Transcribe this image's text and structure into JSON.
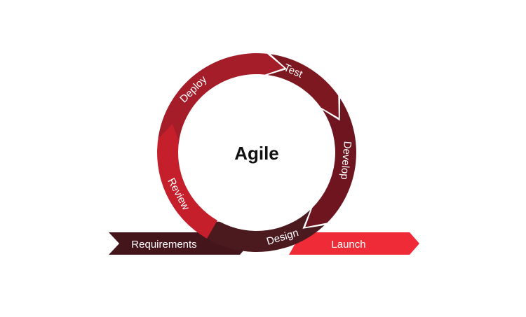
{
  "diagram": {
    "center_label": "Agile",
    "cycle_stages": [
      {
        "label": "Test",
        "color": "#7E1820"
      },
      {
        "label": "Develop",
        "color": "#6E1520"
      },
      {
        "label": "Design",
        "color": "#4A1A1F"
      },
      {
        "label": "Review",
        "color": "#C51F2C"
      },
      {
        "label": "Deploy",
        "color": "#A51D28"
      }
    ],
    "bands": [
      {
        "label": "Requirements",
        "color": "#44161C"
      },
      {
        "label": "Launch",
        "color": "#EF2B38"
      }
    ]
  }
}
